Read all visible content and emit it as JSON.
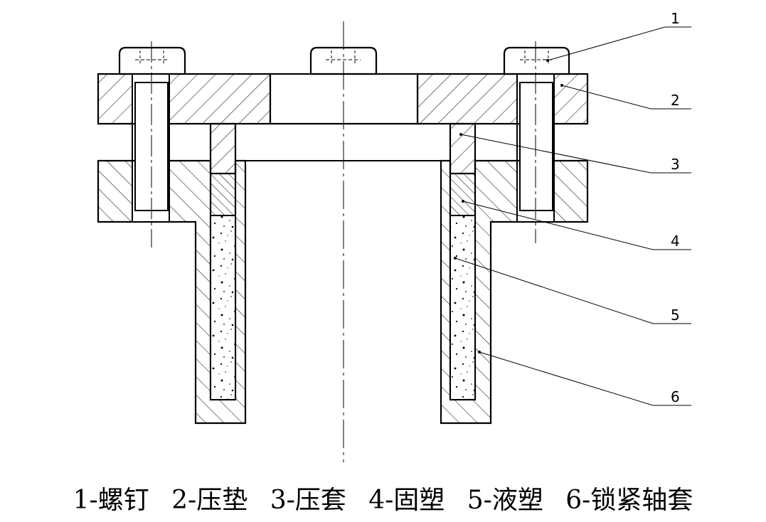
{
  "callouts": [
    {
      "num": "1"
    },
    {
      "num": "2"
    },
    {
      "num": "3"
    },
    {
      "num": "4"
    },
    {
      "num": "5"
    },
    {
      "num": "6"
    }
  ],
  "legend": [
    {
      "text": "1-螺钉"
    },
    {
      "text": "2-压垫"
    },
    {
      "text": "3-压套"
    },
    {
      "text": "4-固塑"
    },
    {
      "text": "5-液塑"
    },
    {
      "text": "6-锁紧轴套"
    }
  ]
}
